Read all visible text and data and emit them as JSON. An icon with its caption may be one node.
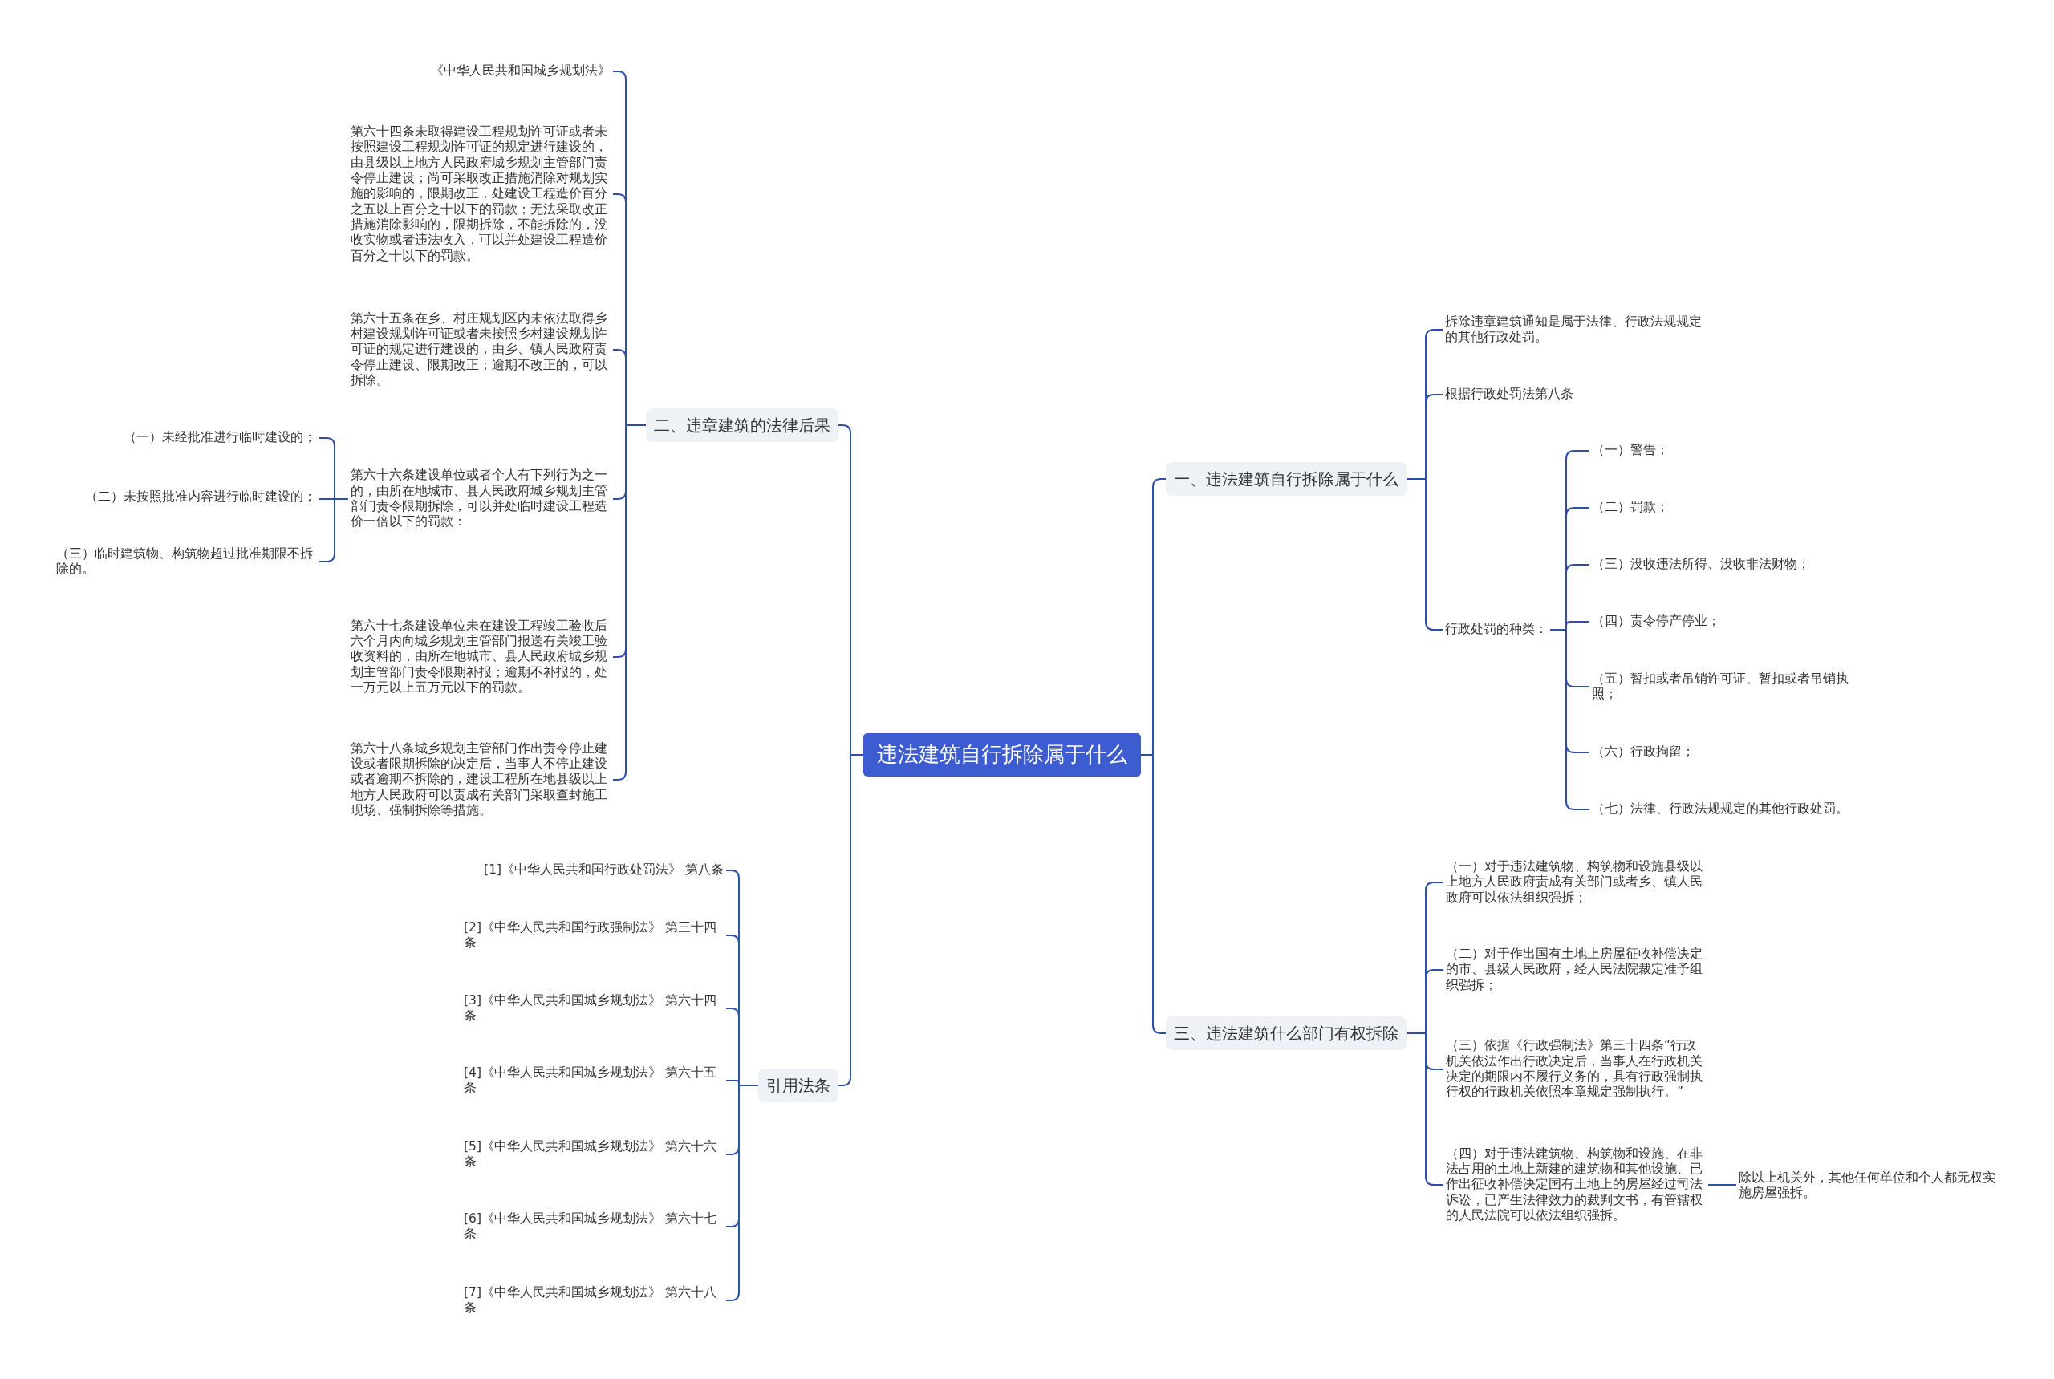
{
  "diagram": {
    "nodes": [
      {
        "text": [
          "违法建筑自行拆除属于什么"
        ]
      },
      {
        "text": [
          "一、违法建筑自行拆除属于什么"
        ]
      },
      {
        "text": [
          "拆除违章建筑通知是属于法律、行政法规规定的其他行政处罚。"
        ]
      },
      {
        "text": [
          "根据行政处罚法第八条"
        ]
      },
      {
        "text": [
          "行政处罚的种类："
        ]
      },
      {
        "text": [
          "（一）警告；"
        ]
      },
      {
        "text": [
          "（二）罚款；"
        ]
      },
      {
        "text": [
          "（三）没收违法所得、没收非法财物；"
        ]
      },
      {
        "text": [
          "（四）责令停产停业；"
        ]
      },
      {
        "text": [
          "（五）暂扣或者吊销许可证、暂扣或者吊销执照；"
        ]
      },
      {
        "text": [
          "（六）行政拘留；"
        ]
      },
      {
        "text": [
          "（七）法律、行政法规规定的其他行政处罚。"
        ]
      },
      {
        "text": [
          "二、违章建筑的法律后果"
        ]
      },
      {
        "text": [
          "《中华人民共和国城乡规划法》"
        ]
      },
      {
        "text": [
          "第六十四条未取得建设工程规划许可证或者未按照建设工程规划许可证的规定进行建设的，由县级以上地方人民政府城乡规划主管部门责令停止建设；尚可采取改正措施消除对规划实施的影响的，限期改正，处建设工程造价百分之五以上百分之十以下的罚款；无法采取改正措施消除影响的，限期拆除，不能拆除的，没收实物或者违法收入，可以并处建设工程造价百分之十以下的罚款。"
        ]
      },
      {
        "text": [
          "第六十五条在乡、村庄规划区内未依法取得乡村建设规划许可证或者未按照乡村建设规划许可证的规定进行建设的，由乡、镇人民政府责令停止建设、限期改正；逾期不改正的，可以拆除。"
        ]
      },
      {
        "text": [
          "第六十六条建设单位或者个人有下列行为之一的，由所在地城市、县人民政府城乡规划主管部门责令限期拆除，可以并处临时建设工程造价一倍以下的罚款："
        ]
      },
      {
        "text": [
          "（一）未经批准进行临时建设的；"
        ]
      },
      {
        "text": [
          "（二）未按照批准内容进行临时建设的；"
        ]
      },
      {
        "text": [
          "（三）临时建筑物、构筑物超过批准期限不拆除的。"
        ]
      },
      {
        "text": [
          "第六十七条建设单位未在建设工程竣工验收后六个月内向城乡规划主管部门报送有关竣工验收资料的，由所在地城市、县人民政府城乡规划主管部门责令限期补报；逾期不补报的，处一万元以上五万元以下的罚款。"
        ]
      },
      {
        "text": [
          "第六十八条城乡规划主管部门作出责令停止建设或者限期拆除的决定后，当事人不停止建设或者逾期不拆除的，建设工程所在地县级以上地方人民政府可以责成有关部门采取查封施工现场、强制拆除等措施。"
        ]
      },
      {
        "text": [
          "三、违法建筑什么部门有权拆除"
        ]
      },
      {
        "text": [
          "（一）对于违法建筑物、构筑物和设施县级以上地方人民政府责成有关部门或者乡、镇人民政府可以依法组织强拆；"
        ]
      },
      {
        "text": [
          "（二）对于作出国有土地上房屋征收补偿决定的市、县级人民政府，经人民法院裁定准予组织强拆；"
        ]
      },
      {
        "text": [
          "（三）依据《行政强制法》第三十四条“行政机关依法作出行政决定后，当事人在行政机关决定的期限内不履行义务的，具有行政强制执行权的行政机关依照本章规定强制执行。”"
        ]
      },
      {
        "text": [
          "（四）对于违法建筑物、构筑物和设施、在非法占用的土地上新建的建筑物和其他设施、已作出征收补偿决定国有土地上的房屋经过司法诉讼，已产生法律效力的裁判文书，有管辖权的人民法院可以依法组织强拆。"
        ]
      },
      {
        "text": [
          "除以上机关外，其他任何单位和个人都无权实施房屋强拆。"
        ]
      },
      {
        "text": [
          "引用法条"
        ]
      },
      {
        "text": [
          "[1]《中华人民共和国行政处罚法》 第八条"
        ]
      },
      {
        "text": [
          "[2]《中华人民共和国行政强制法》 第三十四条"
        ]
      },
      {
        "text": [
          "[3]《中华人民共和国城乡规划法》 第六十四条"
        ]
      },
      {
        "text": [
          "[4]《中华人民共和国城乡规划法》 第六十五条"
        ]
      },
      {
        "text": [
          "[5]《中华人民共和国城乡规划法》 第六十六条"
        ]
      },
      {
        "text": [
          "[6]《中华人民共和国城乡规划法》 第六十七条"
        ]
      },
      {
        "text": [
          "[7]《中华人民共和国城乡规划法》 第六十八条"
        ]
      }
    ],
    "edges": [
      {
        "from": 0,
        "to": 1,
        "arrow": "none"
      },
      {
        "from": 1,
        "to": 2,
        "arrow": "none"
      },
      {
        "from": 1,
        "to": 3,
        "arrow": "none"
      },
      {
        "from": 1,
        "to": 4,
        "arrow": "none"
      },
      {
        "from": 4,
        "to": 5,
        "arrow": "none"
      },
      {
        "from": 4,
        "to": 6,
        "arrow": "none"
      },
      {
        "from": 4,
        "to": 7,
        "arrow": "none"
      },
      {
        "from": 4,
        "to": 8,
        "arrow": "none"
      },
      {
        "from": 4,
        "to": 9,
        "arrow": "none"
      },
      {
        "from": 4,
        "to": 10,
        "arrow": "none"
      },
      {
        "from": 4,
        "to": 11,
        "arrow": "none"
      },
      {
        "from": 0,
        "to": 12,
        "arrow": "none"
      },
      {
        "from": 12,
        "to": 13,
        "arrow": "none"
      },
      {
        "from": 12,
        "to": 14,
        "arrow": "none"
      },
      {
        "from": 12,
        "to": 15,
        "arrow": "none"
      },
      {
        "from": 12,
        "to": 16,
        "arrow": "none"
      },
      {
        "from": 16,
        "to": 17,
        "arrow": "none"
      },
      {
        "from": 16,
        "to": 18,
        "arrow": "none"
      },
      {
        "from": 16,
        "to": 19,
        "arrow": "none"
      },
      {
        "from": 12,
        "to": 20,
        "arrow": "none"
      },
      {
        "from": 12,
        "to": 21,
        "arrow": "none"
      },
      {
        "from": 0,
        "to": 22,
        "arrow": "none"
      },
      {
        "from": 22,
        "to": 23,
        "arrow": "none"
      },
      {
        "from": 22,
        "to": 24,
        "arrow": "none"
      },
      {
        "from": 22,
        "to": 25,
        "arrow": "none"
      },
      {
        "from": 22,
        "to": 26,
        "arrow": "none"
      },
      {
        "from": 26,
        "to": 27,
        "arrow": "none"
      },
      {
        "from": 0,
        "to": 28,
        "arrow": "none"
      },
      {
        "from": 28,
        "to": 29,
        "arrow": "none"
      },
      {
        "from": 28,
        "to": 30,
        "arrow": "none"
      },
      {
        "from": 28,
        "to": 31,
        "arrow": "none"
      },
      {
        "from": 28,
        "to": 32,
        "arrow": "none"
      },
      {
        "from": 28,
        "to": 33,
        "arrow": "none"
      },
      {
        "from": 28,
        "to": 34,
        "arrow": "none"
      },
      {
        "from": 28,
        "to": 35,
        "arrow": "none"
      }
    ]
  }
}
